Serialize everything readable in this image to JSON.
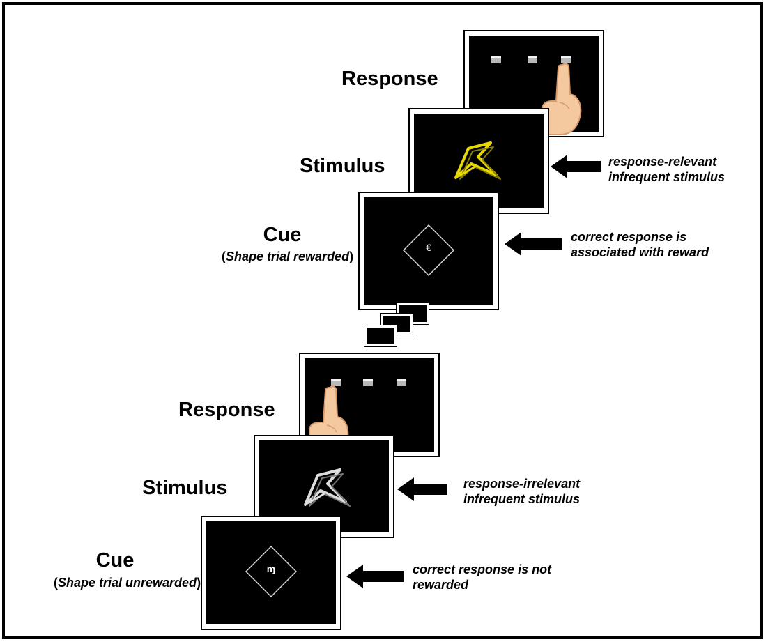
{
  "upper_trial": {
    "response_label": "Response",
    "stimulus_label": "Stimulus",
    "cue_label": "Cue",
    "cue_sub_open": "(",
    "cue_sub_italic": "Shape trial rewarded",
    "cue_sub_close": ")",
    "stimulus_note_line1": "response-relevant",
    "stimulus_note_line2": "infrequent stimulus",
    "cue_note_line1": "correct response is",
    "cue_note_line2": "associated with reward",
    "cue_symbol": "€",
    "stimulus_color": "#e6d800"
  },
  "lower_trial": {
    "response_label": "Response",
    "stimulus_label": "Stimulus",
    "cue_label": "Cue",
    "cue_sub_open": "(",
    "cue_sub_italic": "Shape trial unrewarded",
    "cue_sub_close": ")",
    "stimulus_note_line1": "response-irrelevant",
    "stimulus_note_line2": "infrequent stimulus",
    "cue_note_line1": "correct response is not",
    "cue_note_line2": "rewarded",
    "cue_symbol": "ɱ",
    "stimulus_color": "#dddddd"
  }
}
